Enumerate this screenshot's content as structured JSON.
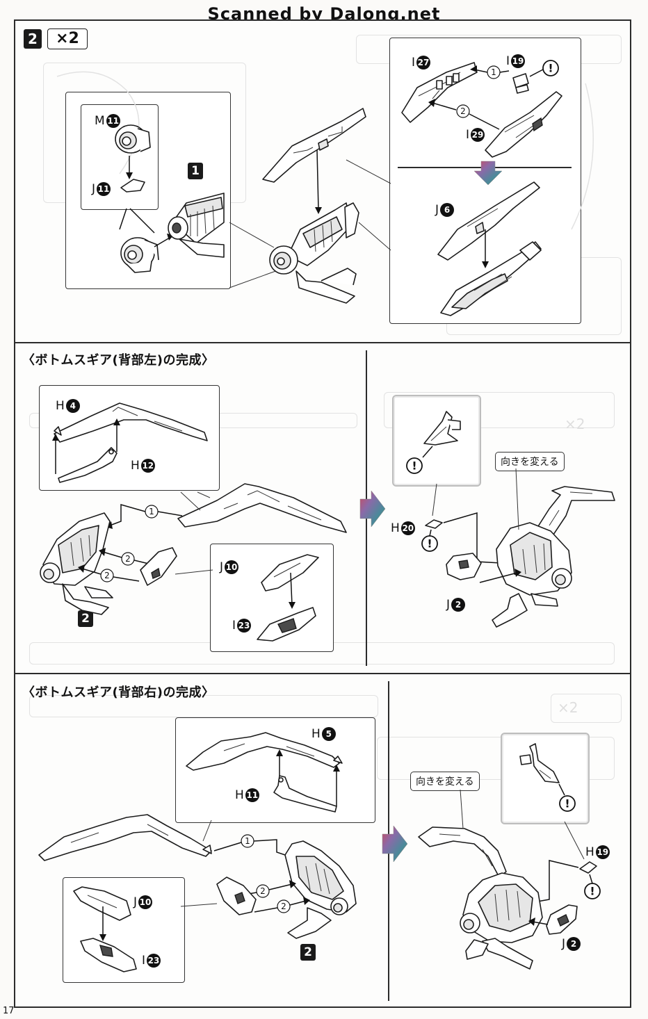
{
  "watermark": "Scanned by Dalong.net",
  "page_number": "17",
  "step1": {
    "step_number": "2",
    "times": "×2",
    "inset_step_number": "1",
    "labels": {
      "m11": {
        "letter": "M",
        "num": "11"
      },
      "j11": {
        "letter": "J",
        "num": "11"
      },
      "i27": {
        "letter": "I",
        "num": "27"
      },
      "i19": {
        "letter": "I",
        "num": "19"
      },
      "i29": {
        "letter": "I",
        "num": "29"
      },
      "j6": {
        "letter": "J",
        "num": "6"
      }
    },
    "circle_steps": [
      "1",
      "2"
    ]
  },
  "section_left": {
    "title": "〈ボトムスギア(背部左)の完成〉",
    "labels": {
      "h4": {
        "letter": "H",
        "num": "4"
      },
      "h12": {
        "letter": "H",
        "num": "12"
      },
      "j10": {
        "letter": "J",
        "num": "10"
      },
      "i23": {
        "letter": "I",
        "num": "23"
      },
      "h20": {
        "letter": "H",
        "num": "20"
      },
      "j2": {
        "letter": "J",
        "num": "2"
      }
    },
    "step_ref": "2",
    "callout": "向きを変える",
    "circle_steps": [
      "1",
      "2",
      "2"
    ]
  },
  "section_right": {
    "title": "〈ボトムスギア(背部右)の完成〉",
    "labels": {
      "h5": {
        "letter": "H",
        "num": "5"
      },
      "h11": {
        "letter": "H",
        "num": "11"
      },
      "j10": {
        "letter": "J",
        "num": "10"
      },
      "i23": {
        "letter": "I",
        "num": "23"
      },
      "h19": {
        "letter": "H",
        "num": "19"
      },
      "j2": {
        "letter": "J",
        "num": "2"
      }
    },
    "step_ref": "2",
    "callout": "向きを変える",
    "circle_steps": [
      "1",
      "2",
      "2"
    ]
  },
  "warning_symbol": "!",
  "colors": {
    "ink": "#111111",
    "frame_grey": "#bdbdbd",
    "bleed": "#e2e2e2"
  }
}
